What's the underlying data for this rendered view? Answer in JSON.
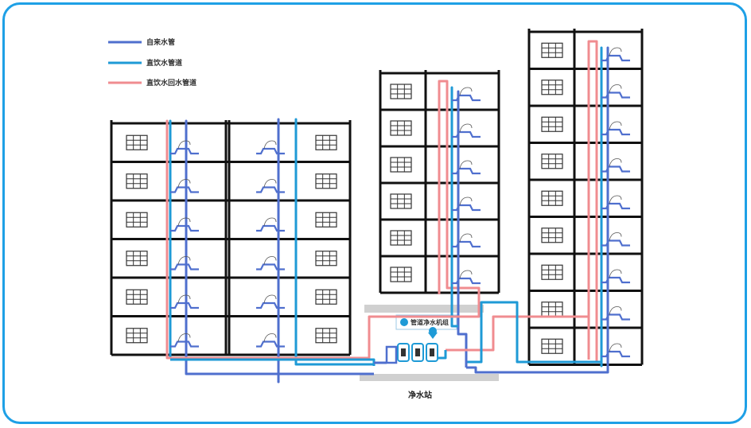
{
  "legend": {
    "items": [
      {
        "label": "自来水管",
        "color": "#4f6fce"
      },
      {
        "label": "直饮水管道",
        "color": "#1e9ad6"
      },
      {
        "label": "直饮水回水管道",
        "color": "#f08c90"
      }
    ]
  },
  "plant": {
    "panel_title": "管道净水机组",
    "label": "净水站"
  },
  "buildings": [
    {
      "name": "left-block",
      "floors": 6
    },
    {
      "name": "middle-block",
      "floors": 6
    },
    {
      "name": "right-block",
      "floors": 9
    }
  ],
  "colors": {
    "frame": "#1ea0e6",
    "tap_pipe": "#4f6fce",
    "direct_pipe": "#1e9ad6",
    "return_pipe": "#f08c90",
    "wall": "#111111"
  }
}
